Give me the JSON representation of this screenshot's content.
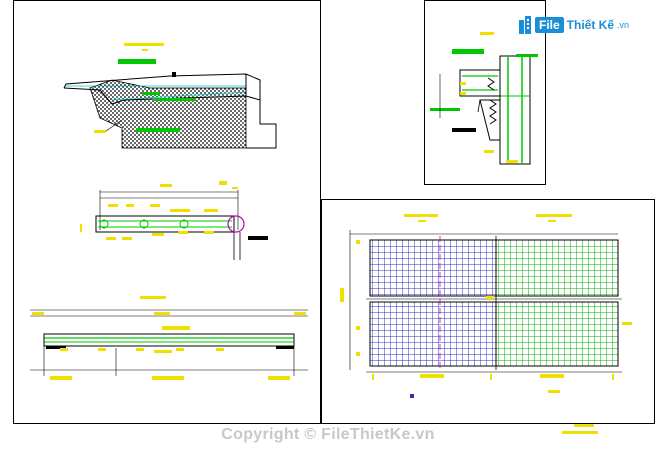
{
  "watermark": {
    "brand_badge": "File",
    "brand_name": "Thiết Kế",
    "brand_domain": ".vn",
    "copyright": "Copyright © FileThietKe.vn"
  },
  "colors": {
    "line": "#000000",
    "accent_green": "#00c800",
    "label_yellow": "#f0e000",
    "grid_blue": "#3030c0",
    "grid_green": "#00b000",
    "brand_blue": "#1a8fd6"
  }
}
